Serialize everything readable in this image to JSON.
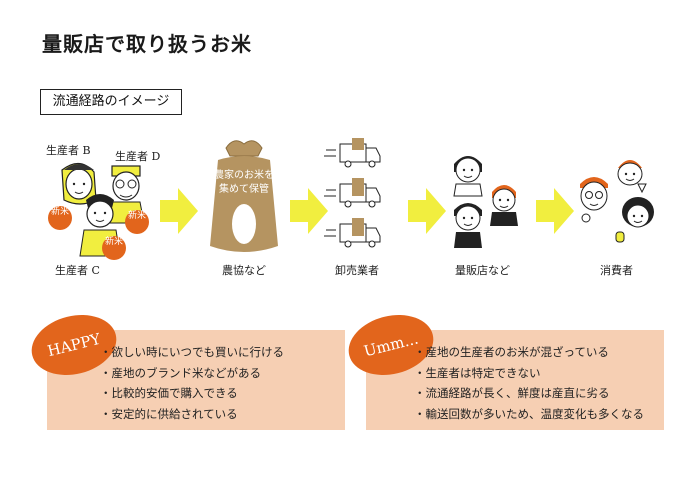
{
  "title": "量販店で取り扱うお米",
  "subtitle": "流通経路のイメージ",
  "producers": {
    "b": "生産者 B",
    "d": "生産者 D",
    "c": "生産者 C",
    "new_rice": "新米"
  },
  "bag_text_line1": "農家のお米を",
  "bag_text_line2": "集めて保管",
  "stages": {
    "jakyo": "農協など",
    "wholesaler": "卸売業者",
    "mass_retailer": "量販店など",
    "consumer": "消費者"
  },
  "happy": {
    "badge": "HAPPY",
    "items": [
      "・欲しい時にいつでも買いに行ける",
      "・産地のブランド米などがある",
      "・比較的安価で購入できる",
      "・安定的に供給されている"
    ]
  },
  "umm": {
    "badge": "Umm...",
    "items": [
      "・産地の生産者のお米が混ざっている",
      "・生産者は特定できない",
      "・流通経路が長く、鮮度は産直に劣る",
      "・輸送回数が多いため、温度変化も多くなる"
    ]
  },
  "colors": {
    "arrow": "#f1ee3f",
    "bag": "#b59461",
    "badge": "#e2651c",
    "panel": "#f6cfb3"
  }
}
